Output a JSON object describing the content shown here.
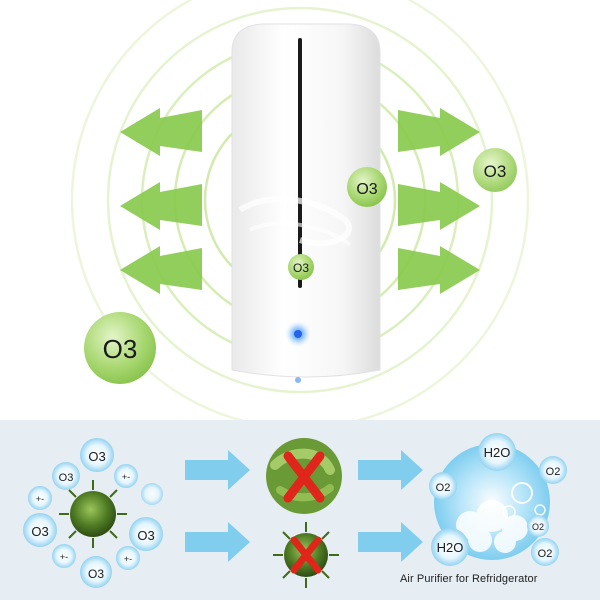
{
  "colors": {
    "ring_green": "#bfe089",
    "arrow_green": "#86c94a",
    "bubble_green": "#8fcb55",
    "bottom_bg": "#e6eef3",
    "arrow_blue": "#6ec7ec",
    "cross_red": "#e0251b",
    "bubble_blue": "#bfe6fa"
  },
  "top": {
    "labels": {
      "o3_small": "O3",
      "o3_right": "O3",
      "o3_big": "O3",
      "o3_device": "O3"
    }
  },
  "bottom": {
    "left_cluster": {
      "ozone_labels": [
        "O3",
        "O3",
        "O3",
        "O3",
        "O3"
      ],
      "ion_labels": [
        "+-",
        "+-",
        "+-",
        "+-"
      ]
    },
    "right_cluster": {
      "water_labels": [
        "H2O",
        "H2O"
      ],
      "oxygen_labels": [
        "O2",
        "O2",
        "O2",
        "O2"
      ]
    },
    "caption": "Air Purifier for Refridgerator"
  }
}
